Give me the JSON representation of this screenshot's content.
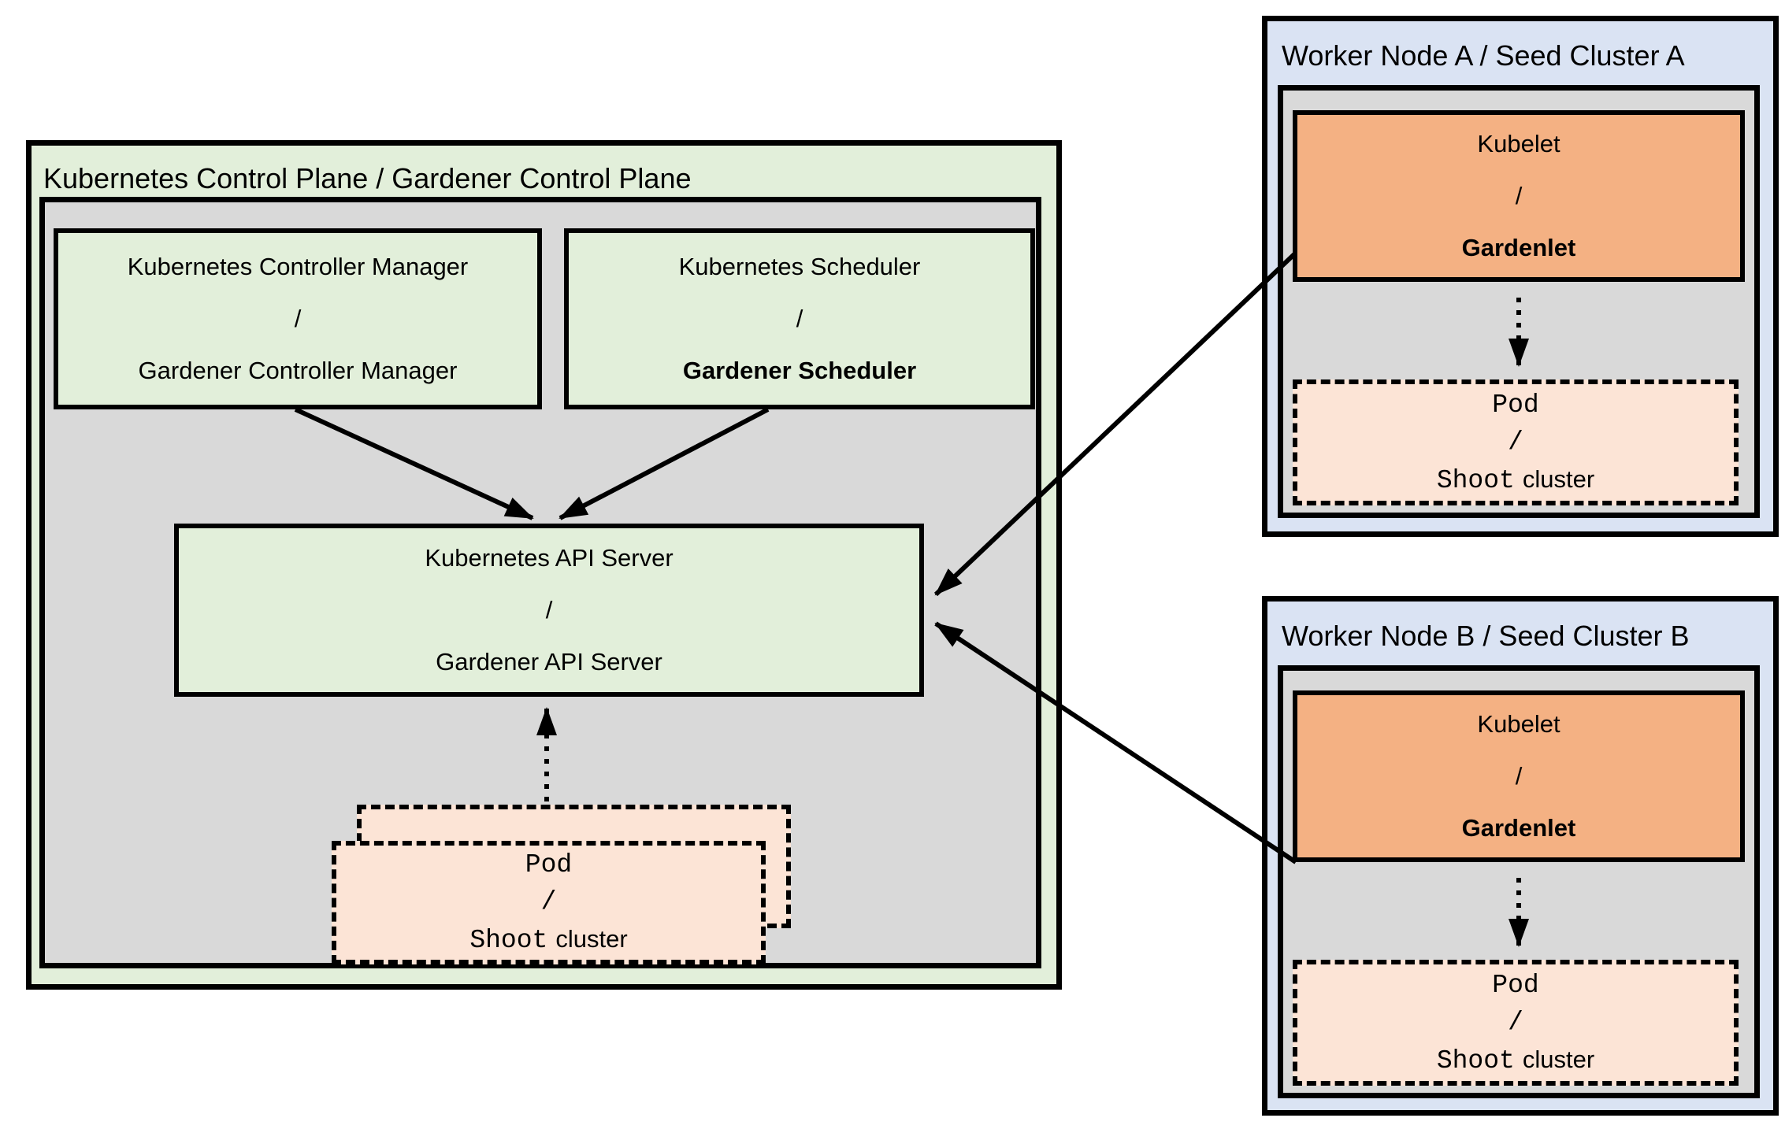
{
  "diagram": {
    "control_plane": {
      "title": "Kubernetes Control Plane / Gardener Control Plane",
      "controller_manager": {
        "line1": "Kubernetes Controller Manager",
        "separator": "/",
        "line2": "Gardener Controller Manager"
      },
      "scheduler": {
        "line1": "Kubernetes Scheduler",
        "separator": "/",
        "line2": "Gardener Scheduler"
      },
      "api_server": {
        "line1": "Kubernetes API Server",
        "separator": "/",
        "line2": "Gardener API Server"
      },
      "pod_stack": {
        "pod": "Pod",
        "separator": "/",
        "shoot": "Shoot",
        "cluster": "cluster"
      }
    },
    "worker_nodes": [
      {
        "id": "A",
        "title": "Worker Node A / Seed Cluster A",
        "kubelet": {
          "line1": "Kubelet",
          "separator": "/",
          "line2": "Gardenlet"
        },
        "pod": {
          "pod": "Pod",
          "separator": "/",
          "shoot": "Shoot",
          "cluster": "cluster"
        }
      },
      {
        "id": "B",
        "title": "Worker Node B / Seed Cluster B",
        "kubelet": {
          "line1": "Kubelet",
          "separator": "/",
          "line2": "Gardenlet"
        },
        "pod": {
          "pod": "Pod",
          "separator": "/",
          "shoot": "Shoot",
          "cluster": "cluster"
        }
      }
    ],
    "colors": {
      "green_fill": "#e2efda",
      "gray_fill": "#d9d9d9",
      "blue_fill": "#dae3f3",
      "orange_fill": "#f4b183",
      "peach_fill": "#fce4d6",
      "line_and_border": "#000000",
      "background": "#ffffff"
    }
  }
}
